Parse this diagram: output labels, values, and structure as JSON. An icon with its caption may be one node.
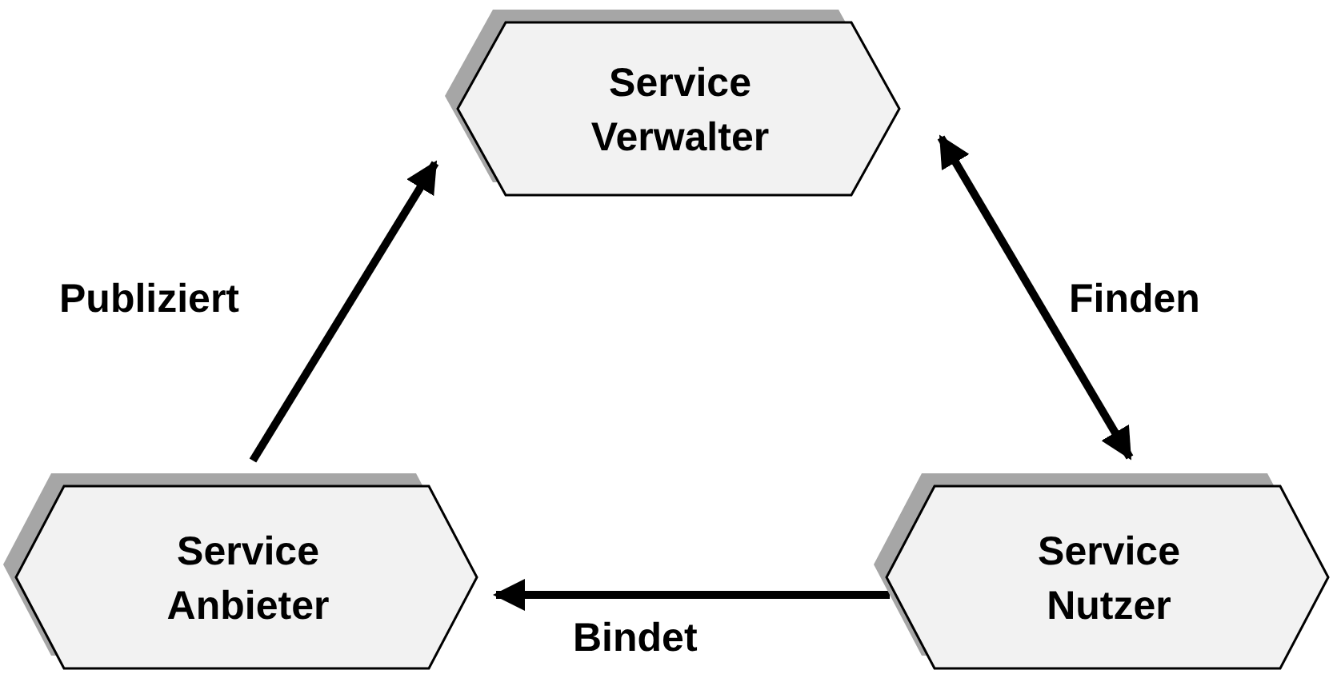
{
  "diagram": {
    "nodes": [
      {
        "text": [
          "Service Verwalter"
        ]
      },
      {
        "text": [
          "Service Anbieter"
        ]
      },
      {
        "text": [
          "Service Nutzer"
        ]
      }
    ],
    "edges": [
      {
        "from": 1,
        "to": 0,
        "arrow": "to",
        "label": "Publiziert"
      },
      {
        "from": 0,
        "to": 2,
        "arrow": "both",
        "label": "Finden"
      },
      {
        "from": 2,
        "to": 1,
        "arrow": "to",
        "label": "Bindet"
      }
    ]
  }
}
